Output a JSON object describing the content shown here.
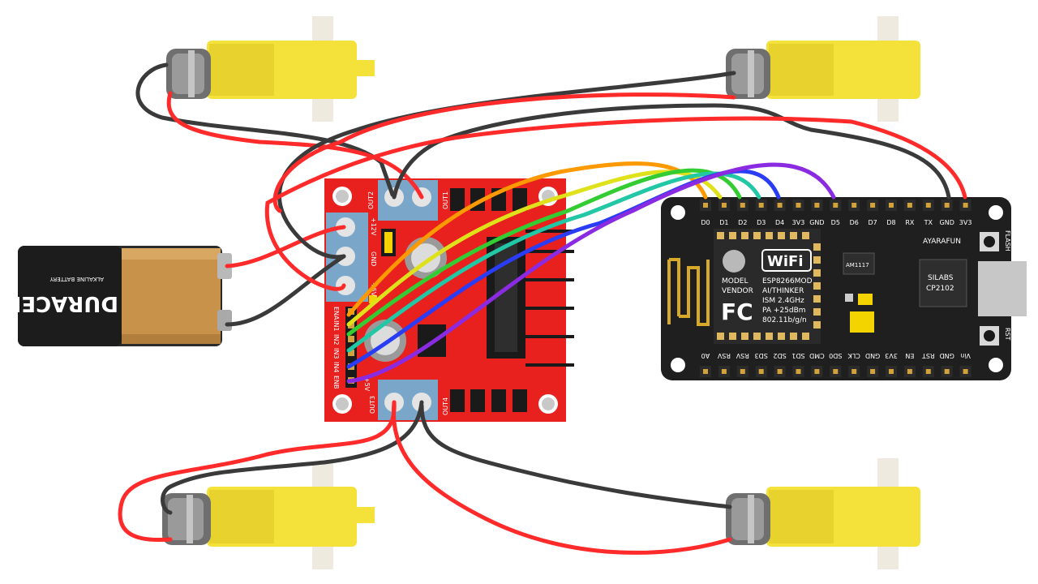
{
  "battery": {
    "brand": "DURACELL",
    "subtitle": "ALKALINE BATTERY"
  },
  "driver": {
    "out_labels": {
      "out1": "OUT1",
      "out2": "OUT2",
      "out3": "OUT3",
      "out4": "OUT4"
    },
    "power_labels": {
      "v12": "+12V",
      "gnd": "GND",
      "v5": "+5V",
      "v5b": "+5V"
    },
    "input_labels": [
      "ENA",
      "IN1",
      "IN2",
      "IN3",
      "IN4",
      "ENB"
    ]
  },
  "nodemcu": {
    "top_pins": [
      "D0",
      "D1",
      "D2",
      "D3",
      "D4",
      "3V3",
      "GND",
      "D5",
      "D6",
      "D7",
      "D8",
      "RX",
      "TX",
      "GND",
      "3V3"
    ],
    "bottom_pins": [
      "A0",
      "RSV",
      "RSV",
      "SD3",
      "SD2",
      "SD1",
      "CMD",
      "SD0",
      "CLK",
      "GND",
      "3V3",
      "EN",
      "RST",
      "GND",
      "Vin"
    ],
    "module_text": {
      "model": "MODEL",
      "vendor": "VENDOR",
      "wifi": "WiFi",
      "name": "ESP8266MOD",
      "maker": "AI/THINKER",
      "ism": "ISM 2.4GHz",
      "pa": "PA +25dBm",
      "std": "802.11b/g/n",
      "fcc": "FC"
    },
    "reg": "AM1117",
    "brand": "AYARAFUN",
    "usb_chip": [
      "SILABS",
      "CP2102"
    ],
    "buttons": {
      "flash": "FLASH",
      "rst": "RST"
    }
  }
}
